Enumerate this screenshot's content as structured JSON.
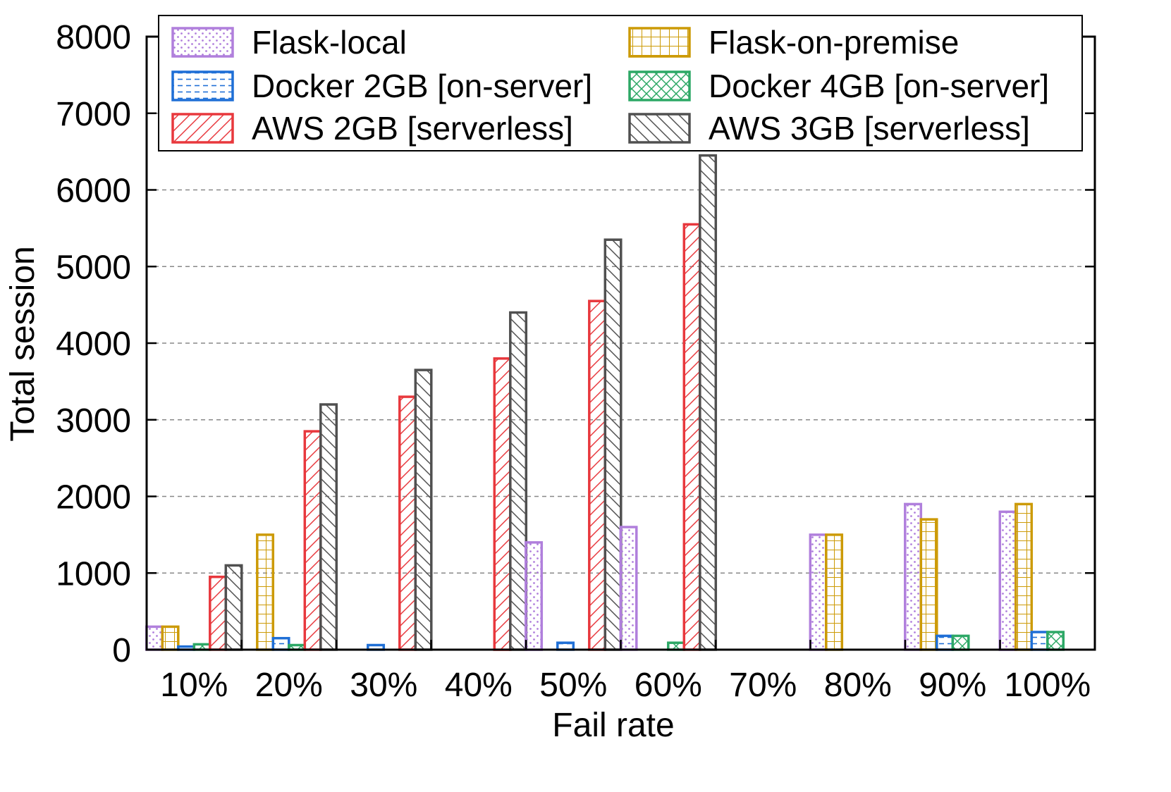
{
  "chart_data": {
    "type": "bar",
    "title": "",
    "xlabel": "Fail rate",
    "ylabel": "Total session",
    "ylim": [
      0,
      8000
    ],
    "yticks": [
      0,
      1000,
      2000,
      3000,
      4000,
      5000,
      6000,
      7000,
      8000
    ],
    "grid": "horizontal dashed",
    "legend_position": "top",
    "categories": [
      "10%",
      "20%",
      "30%",
      "40%",
      "50%",
      "60%",
      "70%",
      "80%",
      "90%",
      "100%"
    ],
    "series": [
      {
        "name": "Flask-local",
        "color": "#b07fdc",
        "pattern": "dots",
        "values": [
          300,
          0,
          0,
          0,
          1400,
          1600,
          0,
          1500,
          1900,
          1800
        ]
      },
      {
        "name": "Flask-on-premise",
        "color": "#cc9a06",
        "pattern": "grid",
        "values": [
          300,
          1500,
          0,
          0,
          0,
          0,
          0,
          1500,
          1700,
          1900
        ]
      },
      {
        "name": "Docker 2GB [on-server]",
        "color": "#1f6fd6",
        "pattern": "dashes",
        "values": [
          40,
          150,
          60,
          0,
          90,
          0,
          0,
          0,
          180,
          230
        ]
      },
      {
        "name": "Docker 4GB [on-server]",
        "color": "#2da866",
        "pattern": "crosshatch",
        "values": [
          70,
          60,
          0,
          0,
          0,
          90,
          0,
          0,
          180,
          230
        ]
      },
      {
        "name": "AWS 2GB [serverless]",
        "color": "#e8383d",
        "pattern": "diag-up",
        "values": [
          950,
          2850,
          3300,
          3800,
          4550,
          5550,
          0,
          0,
          0,
          0
        ]
      },
      {
        "name": "AWS 3GB [serverless]",
        "color": "#505050",
        "pattern": "diag-down",
        "values": [
          1100,
          3200,
          3650,
          4400,
          5350,
          6450,
          0,
          0,
          0,
          0
        ]
      }
    ]
  }
}
